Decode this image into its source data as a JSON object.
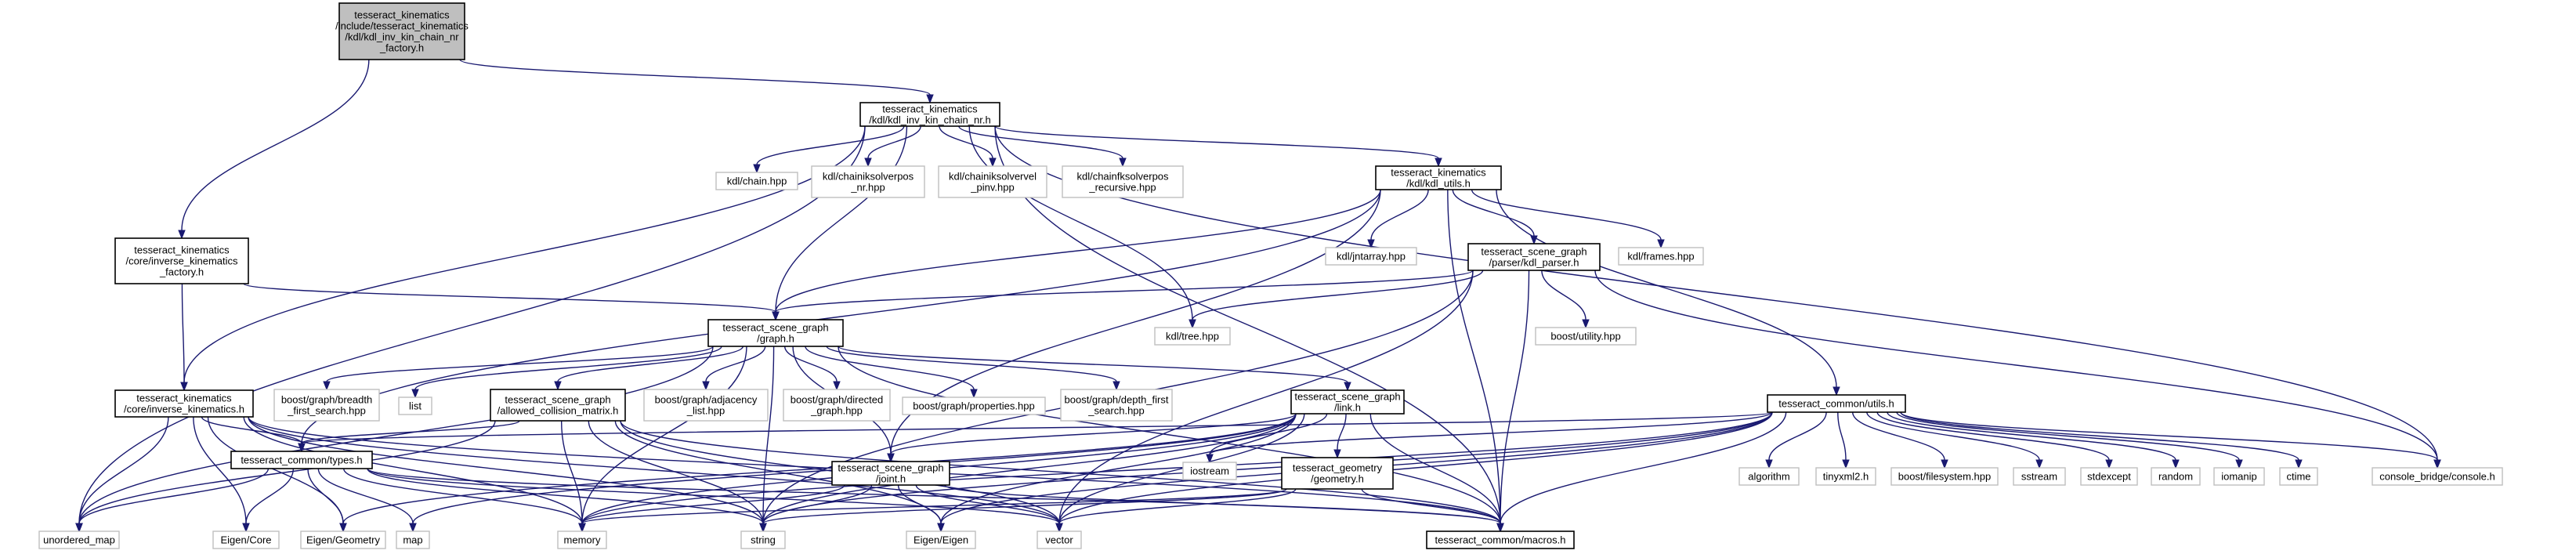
{
  "graph": {
    "nodes": [
      {
        "id": "root",
        "lines": [
          "tesseract_kinematics",
          "/include/tesseract_kinematics",
          "/kdl/kdl_inv_kin_chain_nr",
          "_factory.h"
        ],
        "kind": "root"
      },
      {
        "id": "nr",
        "lines": [
          "tesseract_kinematics",
          "/kdl/kdl_inv_kin_chain_nr.h"
        ],
        "kind": "doc"
      },
      {
        "id": "factory",
        "lines": [
          "tesseract_kinematics",
          "/core/inverse_kinematics",
          "_factory.h"
        ],
        "kind": "doc"
      },
      {
        "id": "chain",
        "lines": [
          "kdl/chain.hpp"
        ],
        "kind": "ext"
      },
      {
        "id": "ciksp",
        "lines": [
          "kdl/chainiksolverpos",
          "_nr.hpp"
        ],
        "kind": "ext"
      },
      {
        "id": "cikvel",
        "lines": [
          "kdl/chainiksolvervel",
          "_pinv.hpp"
        ],
        "kind": "ext"
      },
      {
        "id": "cfk",
        "lines": [
          "kdl/chainfksolverpos",
          "_recursive.hpp"
        ],
        "kind": "ext"
      },
      {
        "id": "kdlutils",
        "lines": [
          "tesseract_kinematics",
          "/kdl/kdl_utils.h"
        ],
        "kind": "doc"
      },
      {
        "id": "jntarray",
        "lines": [
          "kdl/jntarray.hpp"
        ],
        "kind": "ext"
      },
      {
        "id": "kdlparser",
        "lines": [
          "tesseract_scene_graph",
          "/parser/kdl_parser.h"
        ],
        "kind": "doc"
      },
      {
        "id": "frames",
        "lines": [
          "kdl/frames.hpp"
        ],
        "kind": "ext"
      },
      {
        "id": "graph",
        "lines": [
          "tesseract_scene_graph",
          "/graph.h"
        ],
        "kind": "doc"
      },
      {
        "id": "tree",
        "lines": [
          "kdl/tree.hpp"
        ],
        "kind": "ext"
      },
      {
        "id": "boostutil",
        "lines": [
          "boost/utility.hpp"
        ],
        "kind": "ext"
      },
      {
        "id": "invkin",
        "lines": [
          "tesseract_kinematics",
          "/core/inverse_kinematics.h"
        ],
        "kind": "doc"
      },
      {
        "id": "bfs",
        "lines": [
          "boost/graph/breadth",
          "_first_search.hpp"
        ],
        "kind": "ext"
      },
      {
        "id": "list",
        "lines": [
          "list"
        ],
        "kind": "ext"
      },
      {
        "id": "acm",
        "lines": [
          "tesseract_scene_graph",
          "/allowed_collision_matrix.h"
        ],
        "kind": "doc"
      },
      {
        "id": "adjlist",
        "lines": [
          "boost/graph/adjacency",
          "_list.hpp"
        ],
        "kind": "ext"
      },
      {
        "id": "directed",
        "lines": [
          "boost/graph/directed",
          "_graph.hpp"
        ],
        "kind": "ext"
      },
      {
        "id": "props",
        "lines": [
          "boost/graph/properties.hpp"
        ],
        "kind": "ext"
      },
      {
        "id": "dfs",
        "lines": [
          "boost/graph/depth_first",
          "_search.hpp"
        ],
        "kind": "ext"
      },
      {
        "id": "link",
        "lines": [
          "tesseract_scene_graph",
          "/link.h"
        ],
        "kind": "doc"
      },
      {
        "id": "utils",
        "lines": [
          "tesseract_common/utils.h"
        ],
        "kind": "doc"
      },
      {
        "id": "types",
        "lines": [
          "tesseract_common/types.h"
        ],
        "kind": "doc"
      },
      {
        "id": "iostream",
        "lines": [
          "iostream"
        ],
        "kind": "ext"
      },
      {
        "id": "joint",
        "lines": [
          "tesseract_scene_graph",
          "/joint.h"
        ],
        "kind": "doc"
      },
      {
        "id": "geometry",
        "lines": [
          "tesseract_geometry",
          "/geometry.h"
        ],
        "kind": "doc"
      },
      {
        "id": "algorithm",
        "lines": [
          "algorithm"
        ],
        "kind": "ext"
      },
      {
        "id": "tinyxml",
        "lines": [
          "tinyxml2.h"
        ],
        "kind": "ext"
      },
      {
        "id": "fs",
        "lines": [
          "boost/filesystem.hpp"
        ],
        "kind": "ext"
      },
      {
        "id": "sstream",
        "lines": [
          "sstream"
        ],
        "kind": "ext"
      },
      {
        "id": "stdexcept",
        "lines": [
          "stdexcept"
        ],
        "kind": "ext"
      },
      {
        "id": "random",
        "lines": [
          "random"
        ],
        "kind": "ext"
      },
      {
        "id": "iomanip",
        "lines": [
          "iomanip"
        ],
        "kind": "ext"
      },
      {
        "id": "ctime",
        "lines": [
          "ctime"
        ],
        "kind": "ext"
      },
      {
        "id": "console",
        "lines": [
          "console_bridge/console.h"
        ],
        "kind": "ext"
      },
      {
        "id": "umap",
        "lines": [
          "unordered_map"
        ],
        "kind": "ext"
      },
      {
        "id": "eigencore",
        "lines": [
          "Eigen/Core"
        ],
        "kind": "ext"
      },
      {
        "id": "eigengeom",
        "lines": [
          "Eigen/Geometry"
        ],
        "kind": "ext"
      },
      {
        "id": "map",
        "lines": [
          "map"
        ],
        "kind": "ext"
      },
      {
        "id": "memory",
        "lines": [
          "memory"
        ],
        "kind": "ext"
      },
      {
        "id": "string",
        "lines": [
          "string"
        ],
        "kind": "ext"
      },
      {
        "id": "eigeneigen",
        "lines": [
          "Eigen/Eigen"
        ],
        "kind": "ext"
      },
      {
        "id": "vector",
        "lines": [
          "vector"
        ],
        "kind": "ext"
      },
      {
        "id": "macros",
        "lines": [
          "tesseract_common/macros.h"
        ],
        "kind": "doc"
      }
    ],
    "edges": [
      [
        "root",
        "nr"
      ],
      [
        "root",
        "factory"
      ],
      [
        "nr",
        "chain"
      ],
      [
        "nr",
        "ciksp"
      ],
      [
        "nr",
        "cikvel"
      ],
      [
        "nr",
        "cfk"
      ],
      [
        "nr",
        "kdlutils"
      ],
      [
        "nr",
        "graph"
      ],
      [
        "nr",
        "tree"
      ],
      [
        "nr",
        "invkin"
      ],
      [
        "nr",
        "umap"
      ],
      [
        "nr",
        "console"
      ],
      [
        "nr",
        "macros"
      ],
      [
        "kdlutils",
        "jntarray"
      ],
      [
        "kdlutils",
        "kdlparser"
      ],
      [
        "kdlutils",
        "frames"
      ],
      [
        "kdlutils",
        "graph"
      ],
      [
        "kdlutils",
        "utils"
      ],
      [
        "kdlutils",
        "types"
      ],
      [
        "kdlutils",
        "macros"
      ],
      [
        "kdlutils",
        "joint"
      ],
      [
        "factory",
        "graph"
      ],
      [
        "factory",
        "invkin"
      ],
      [
        "kdlparser",
        "graph"
      ],
      [
        "kdlparser",
        "tree"
      ],
      [
        "kdlparser",
        "boostutil"
      ],
      [
        "kdlparser",
        "console"
      ],
      [
        "kdlparser",
        "macros"
      ],
      [
        "kdlparser",
        "string"
      ],
      [
        "kdlparser",
        "vector"
      ],
      [
        "graph",
        "bfs"
      ],
      [
        "graph",
        "list"
      ],
      [
        "graph",
        "acm"
      ],
      [
        "graph",
        "adjlist"
      ],
      [
        "graph",
        "directed"
      ],
      [
        "graph",
        "props"
      ],
      [
        "graph",
        "dfs"
      ],
      [
        "graph",
        "link"
      ],
      [
        "graph",
        "joint"
      ],
      [
        "graph",
        "umap"
      ],
      [
        "graph",
        "string"
      ],
      [
        "graph",
        "memory"
      ],
      [
        "graph",
        "macros"
      ],
      [
        "invkin",
        "types"
      ],
      [
        "invkin",
        "umap"
      ],
      [
        "invkin",
        "eigencore"
      ],
      [
        "invkin",
        "eigengeom"
      ],
      [
        "invkin",
        "memory"
      ],
      [
        "invkin",
        "vector"
      ],
      [
        "invkin",
        "string"
      ],
      [
        "invkin",
        "macros"
      ],
      [
        "acm",
        "types"
      ],
      [
        "acm",
        "umap"
      ],
      [
        "acm",
        "memory"
      ],
      [
        "acm",
        "string"
      ],
      [
        "acm",
        "macros"
      ],
      [
        "acm",
        "vector"
      ],
      [
        "acm",
        "eigeneigen"
      ],
      [
        "link",
        "joint"
      ],
      [
        "link",
        "geometry"
      ],
      [
        "link",
        "memory"
      ],
      [
        "link",
        "string"
      ],
      [
        "link",
        "vector"
      ],
      [
        "link",
        "eigeneigen"
      ],
      [
        "link",
        "macros"
      ],
      [
        "link",
        "iostream"
      ],
      [
        "link",
        "map"
      ],
      [
        "link",
        "eigengeom"
      ],
      [
        "utils",
        "algorithm"
      ],
      [
        "utils",
        "tinyxml"
      ],
      [
        "utils",
        "fs"
      ],
      [
        "utils",
        "sstream"
      ],
      [
        "utils",
        "stdexcept"
      ],
      [
        "utils",
        "random"
      ],
      [
        "utils",
        "iomanip"
      ],
      [
        "utils",
        "ctime"
      ],
      [
        "utils",
        "console"
      ],
      [
        "utils",
        "macros"
      ],
      [
        "utils",
        "iostream"
      ],
      [
        "utils",
        "string"
      ],
      [
        "utils",
        "vector"
      ],
      [
        "utils",
        "types"
      ],
      [
        "utils",
        "eigeneigen"
      ],
      [
        "utils",
        "memory"
      ],
      [
        "types",
        "umap"
      ],
      [
        "types",
        "eigencore"
      ],
      [
        "types",
        "eigengeom"
      ],
      [
        "types",
        "map"
      ],
      [
        "types",
        "memory"
      ],
      [
        "types",
        "string"
      ],
      [
        "types",
        "vector"
      ],
      [
        "types",
        "macros"
      ],
      [
        "joint",
        "memory"
      ],
      [
        "joint",
        "string"
      ],
      [
        "joint",
        "vector"
      ],
      [
        "joint",
        "eigeneigen"
      ],
      [
        "joint",
        "macros"
      ],
      [
        "geometry",
        "memory"
      ],
      [
        "geometry",
        "string"
      ],
      [
        "geometry",
        "vector"
      ],
      [
        "geometry",
        "macros"
      ]
    ]
  }
}
